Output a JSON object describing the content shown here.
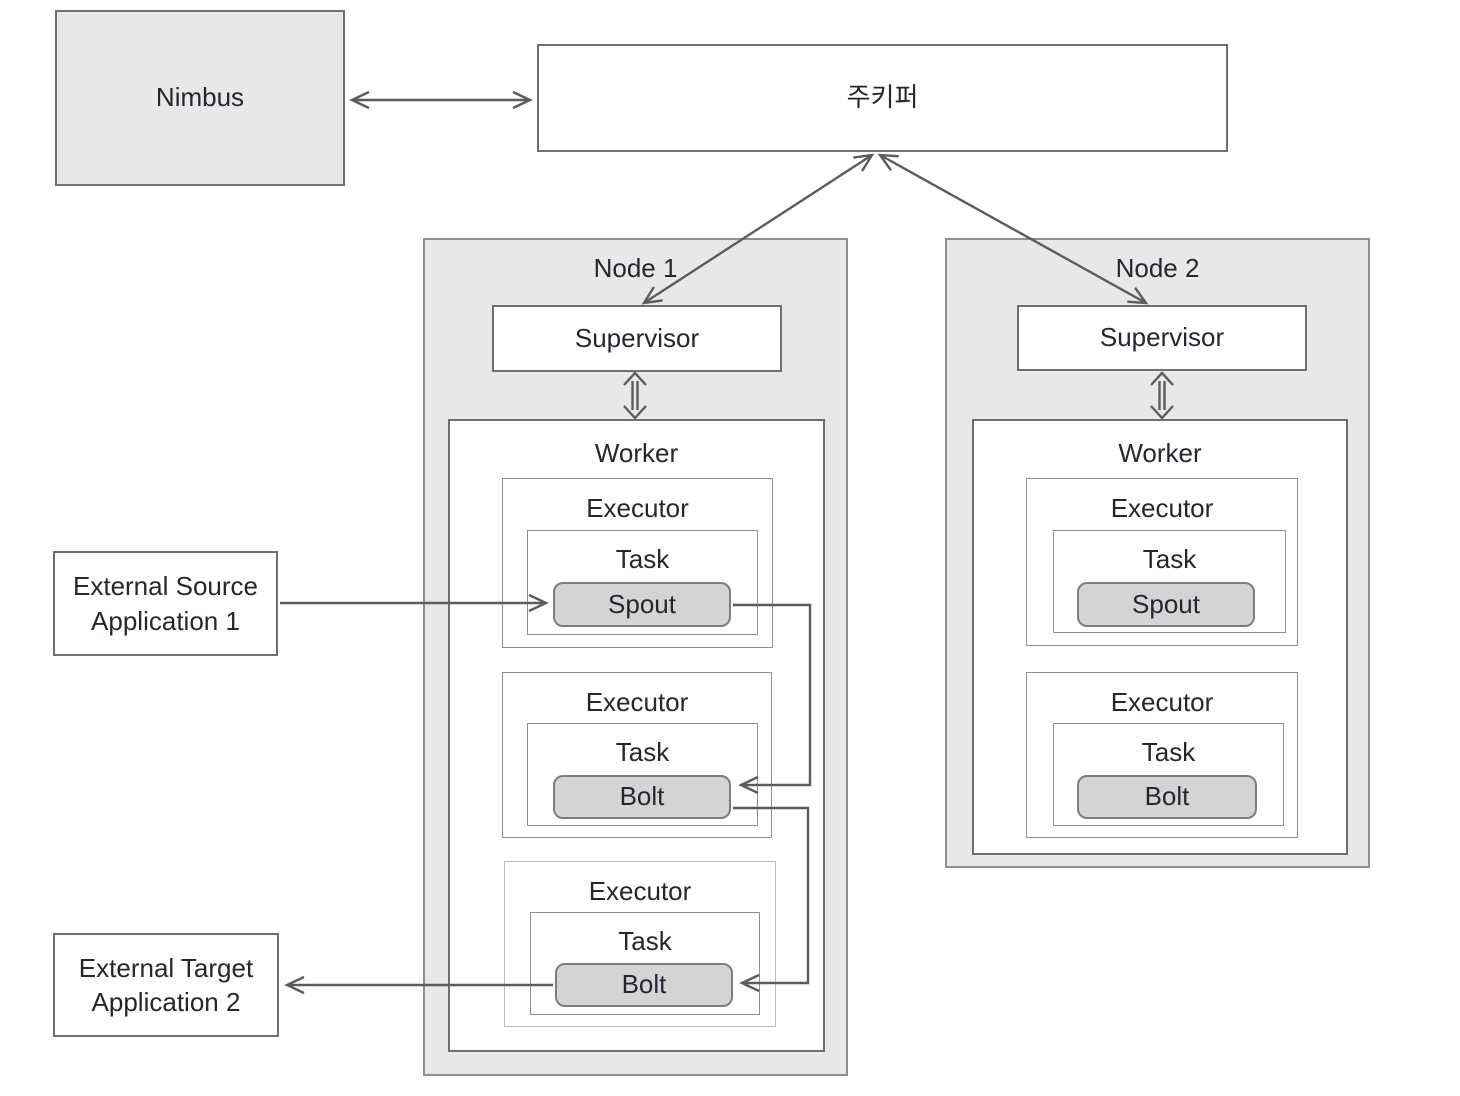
{
  "diagram": {
    "nimbus": {
      "label": "Nimbus"
    },
    "zookeeper": {
      "label": "주키퍼"
    },
    "external_source": {
      "line1": "External Source",
      "line2": "Application 1"
    },
    "external_target": {
      "line1": "External Target",
      "line2": "Application 2"
    },
    "node1": {
      "label": "Node 1",
      "supervisor_label": "Supervisor",
      "worker_label": "Worker",
      "executors": [
        {
          "label": "Executor",
          "task_label": "Task",
          "component_label": "Spout"
        },
        {
          "label": "Executor",
          "task_label": "Task",
          "component_label": "Bolt"
        },
        {
          "label": "Executor",
          "task_label": "Task",
          "component_label": "Bolt"
        }
      ]
    },
    "node2": {
      "label": "Node 2",
      "supervisor_label": "Supervisor",
      "worker_label": "Worker",
      "executors": [
        {
          "label": "Executor",
          "task_label": "Task",
          "component_label": "Spout"
        },
        {
          "label": "Executor",
          "task_label": "Task",
          "component_label": "Bolt"
        }
      ]
    },
    "colors": {
      "container_fill": "#e8e8e8",
      "component_fill": "#d4d4d4",
      "box_fill": "#ffffff",
      "arrow": "#5c5c5c",
      "text": "#262630"
    }
  }
}
